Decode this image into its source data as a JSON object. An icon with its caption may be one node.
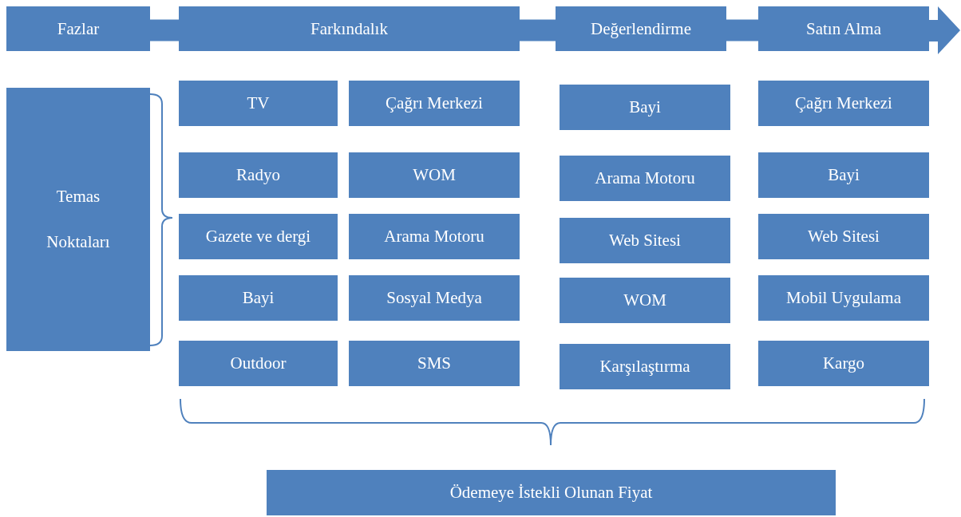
{
  "diagram": {
    "nodes": [
      {
        "text": [
          "Fazlar"
        ]
      },
      {
        "text": [
          "Farkındalık"
        ]
      },
      {
        "text": [
          "Değerlendirme"
        ]
      },
      {
        "text": [
          "Satın Alma"
        ]
      },
      {
        "text": [
          "Temas Noktaları"
        ]
      },
      {
        "text": [
          "TV"
        ]
      },
      {
        "text": [
          "Çağrı Merkezi"
        ]
      },
      {
        "text": [
          "Bayi"
        ]
      },
      {
        "text": [
          "Çağrı Merkezi"
        ]
      },
      {
        "text": [
          "Radyo"
        ]
      },
      {
        "text": [
          "WOM"
        ]
      },
      {
        "text": [
          "Arama Motoru"
        ]
      },
      {
        "text": [
          "Bayi"
        ]
      },
      {
        "text": [
          "Gazete ve dergi"
        ]
      },
      {
        "text": [
          "Arama Motoru"
        ]
      },
      {
        "text": [
          "Web Sitesi"
        ]
      },
      {
        "text": [
          "Web Sitesi"
        ]
      },
      {
        "text": [
          "Bayi"
        ]
      },
      {
        "text": [
          "Sosyal Medya"
        ]
      },
      {
        "text": [
          "WOM"
        ]
      },
      {
        "text": [
          "Mobil Uygulama"
        ]
      },
      {
        "text": [
          "Outdoor"
        ]
      },
      {
        "text": [
          "SMS"
        ]
      },
      {
        "text": [
          "Karşılaştırma"
        ]
      },
      {
        "text": [
          "Kargo"
        ]
      },
      {
        "text": [
          "Ödemeye İstekli Olunan Fiyat"
        ]
      }
    ],
    "edges": [
      {
        "from": 0,
        "to": 1,
        "arrow": "none"
      },
      {
        "from": 1,
        "to": 2,
        "arrow": "none"
      },
      {
        "from": 2,
        "to": 3,
        "arrow": "none"
      }
    ]
  }
}
